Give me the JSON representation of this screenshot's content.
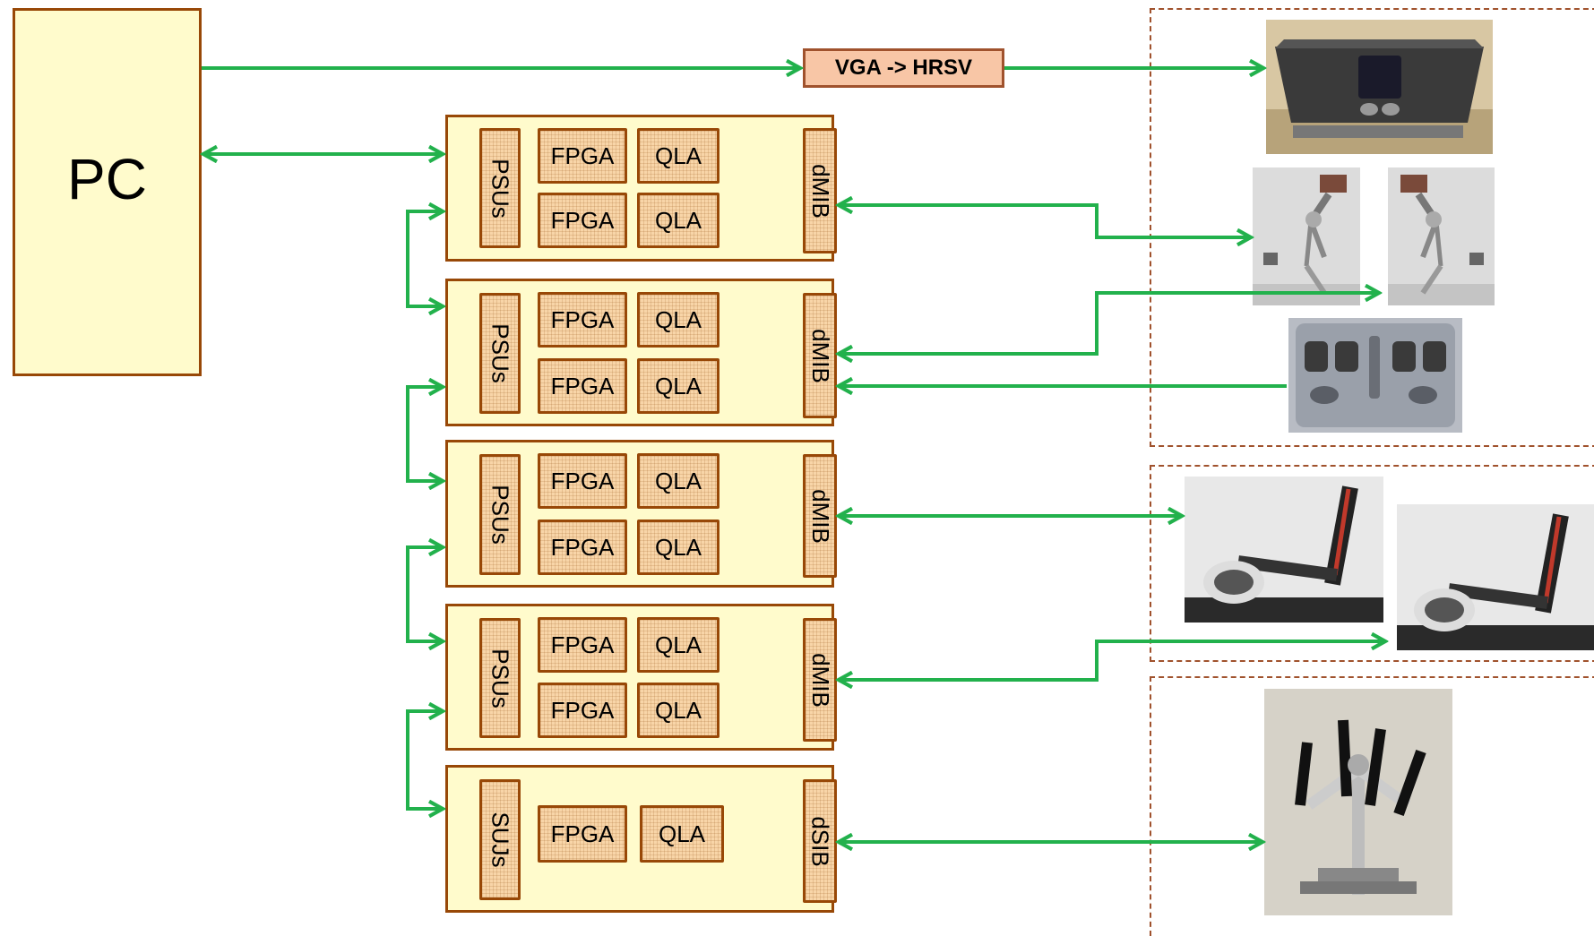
{
  "pc_label": "PC",
  "converter_label": "VGA -> HRSV",
  "crates": [
    {
      "side_label": "PSUs",
      "chips": [
        [
          "FPGA",
          "QLA"
        ],
        [
          "FPGA",
          "QLA"
        ]
      ],
      "interface_label": "dMIB"
    },
    {
      "side_label": "PSUs",
      "chips": [
        [
          "FPGA",
          "QLA"
        ],
        [
          "FPGA",
          "QLA"
        ]
      ],
      "interface_label": "dMIB"
    },
    {
      "side_label": "PSUs",
      "chips": [
        [
          "FPGA",
          "QLA"
        ],
        [
          "FPGA",
          "QLA"
        ]
      ],
      "interface_label": "dMIB"
    },
    {
      "side_label": "PSUs",
      "chips": [
        [
          "FPGA",
          "QLA"
        ],
        [
          "FPGA",
          "QLA"
        ]
      ],
      "interface_label": "dMIB"
    },
    {
      "side_label": "SUJs",
      "chips": [
        [
          "FPGA",
          "QLA"
        ]
      ],
      "interface_label": "dSIB"
    }
  ],
  "colors": {
    "arrow": "#22B14C",
    "box_fill": "#FFFBCC",
    "box_border": "#984807",
    "chip_fill": "#F8D5A8",
    "converter_fill": "#F8C6A6",
    "group_border": "#A0522D"
  }
}
